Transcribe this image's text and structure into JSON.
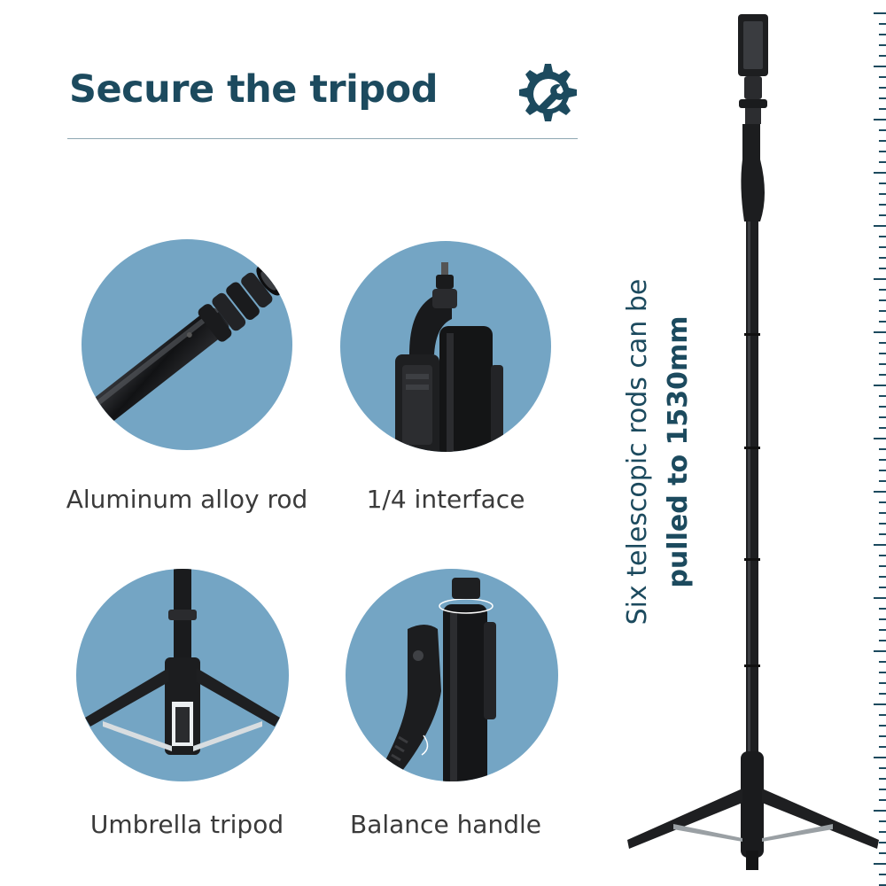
{
  "header": {
    "title": "Secure the tripod",
    "icon": "gear-wrench-icon"
  },
  "features": [
    {
      "label": "Aluminum alloy rod",
      "image": "aluminum-rod-closeup"
    },
    {
      "label": "1/4 interface",
      "image": "quarter-inch-mount-closeup"
    },
    {
      "label": "Umbrella tripod",
      "image": "umbrella-tripod-legs-closeup"
    },
    {
      "label": "Balance handle",
      "image": "balance-handle-closeup"
    }
  ],
  "side": {
    "line1": "Six telescopic rods can be",
    "line2": "pulled to 1530mm"
  },
  "colors": {
    "title": "#1c4a5e",
    "circle": "#74a5c4",
    "caption": "#3a3a3a",
    "product": "#1e1f21"
  }
}
